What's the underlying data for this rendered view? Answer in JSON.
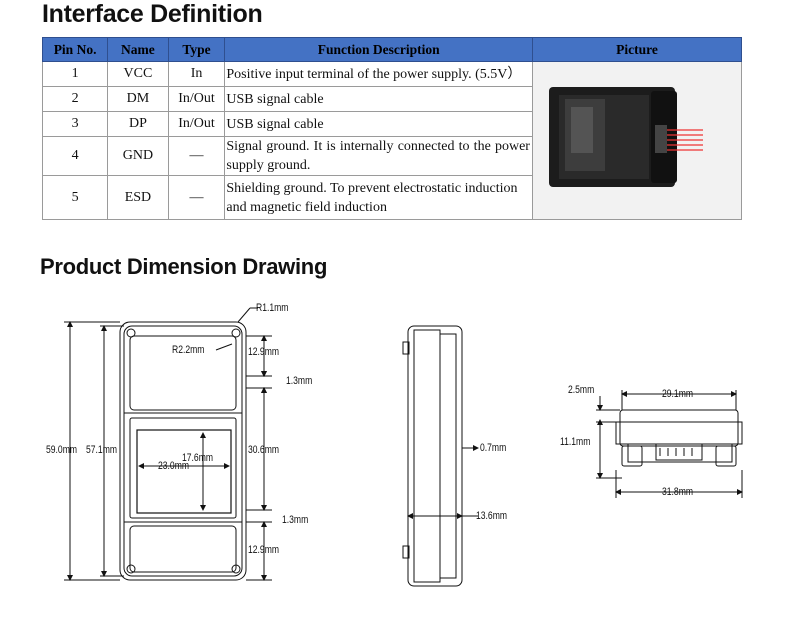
{
  "headings": {
    "interface": "Interface Definition",
    "dimension": "Product Dimension Drawing"
  },
  "table": {
    "headers": [
      "Pin No.",
      "Name",
      "Type",
      "Function Description",
      "Picture"
    ],
    "rows": [
      {
        "pin": "1",
        "name": "VCC",
        "type": "In",
        "desc": "Positive input terminal of the power supply. (5.5V）"
      },
      {
        "pin": "2",
        "name": "DM",
        "type": "In/Out",
        "desc": "USB signal cable"
      },
      {
        "pin": "3",
        "name": "DP",
        "type": "In/Out",
        "desc": "USB signal cable"
      },
      {
        "pin": "4",
        "name": "GND",
        "type": "—",
        "desc": "Signal ground. It is internally connected to the power supply ground."
      },
      {
        "pin": "5",
        "name": "ESD",
        "type": "—",
        "desc": "Shielding ground. To prevent electrostatic induction and magnetic field induction"
      }
    ],
    "colors": {
      "header_bg": "#4472c4",
      "picture_bg": "#f2f2f2"
    }
  },
  "drawing": {
    "front": {
      "r_outer": "R1.1mm",
      "r_inner": "R2.2mm",
      "top_window": "12.9mm",
      "gap_top": "1.3mm",
      "middle": "30.6mm",
      "gap_bottom": "1.3mm",
      "bottom_window": "12.9mm",
      "height_outer": "59.0mm",
      "height_inner": "57.1mm",
      "sensor_h": "17.6mm",
      "sensor_w": "23.0mm"
    },
    "side": {
      "thickness": "0.7mm",
      "depth": "13.6mm"
    },
    "end": {
      "top_step": "2.5mm",
      "top_width": "29.1mm",
      "height": "11.1mm",
      "bottom_width": "31.8mm"
    }
  }
}
